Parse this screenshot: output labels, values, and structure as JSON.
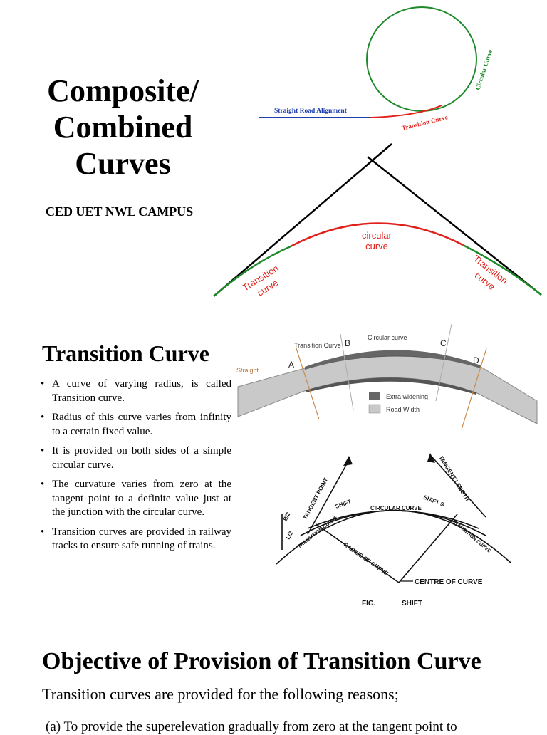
{
  "document": {
    "title_lines": [
      "Composite/",
      "Combined",
      "Curves"
    ],
    "subtitle": "CED UET NWL CAMPUS",
    "transition_heading": "Transition Curve",
    "bullets": [
      "A curve of varying radius, is called Transition curve.",
      "Radius of this curve varies from infinity to a certain fixed value.",
      "It is provided on both sides of a simple circular curve.",
      "The curvature varies from zero at the tangent point to a definite value just at the junction with the circular curve.",
      "Transition curves are provided in railway tracks to ensure safe running of trains."
    ],
    "objective_heading": "Objective of Provision of Transition Curve",
    "objective_intro": "Transition curves are provided for the following reasons;",
    "objective_item_a": "(a)  To provide the superelevation gradually from zero at the tangent point to"
  },
  "figures": {
    "fig1": {
      "straight_label": "Straight Road Alignment",
      "transition_label": "Transition Curve",
      "circular_label": "Circular Curve",
      "colors": {
        "straight": "#1f3fb0",
        "transition": "#e0201a",
        "circular": "#1e8a2a"
      }
    },
    "fig2": {
      "circular_line1": "circular",
      "circular_line2": "curve",
      "left_line1": "Transition",
      "left_line2": "curve",
      "right_line1": "Transition",
      "right_line2": "curve"
    },
    "fig3": {
      "straight": "Straight",
      "transition": "Transition Curve",
      "circular": "Circular curve",
      "point_a": "A",
      "point_b": "B",
      "point_c": "C",
      "point_d": "D",
      "legend_extra": "Extra widening",
      "legend_road": "Road Width"
    },
    "fig4": {
      "tangent_point": "TANGENT POINT",
      "tangent_length": "TANGENT LENGTH",
      "shift_left": "SHIFT",
      "shift_right": "SHIFT S",
      "circular_curve": "CIRCULAR CURVE",
      "transition_left": "TRANSITION CURVE",
      "transition_right": "TRANSITION CURVE",
      "radius": "RADIUS OF CURVE",
      "centre": "CENTRE OF CURVE",
      "fig": "FIG.",
      "shift": "SHIFT",
      "dim_half": "B/2",
      "dim_l2": "L/2"
    }
  }
}
